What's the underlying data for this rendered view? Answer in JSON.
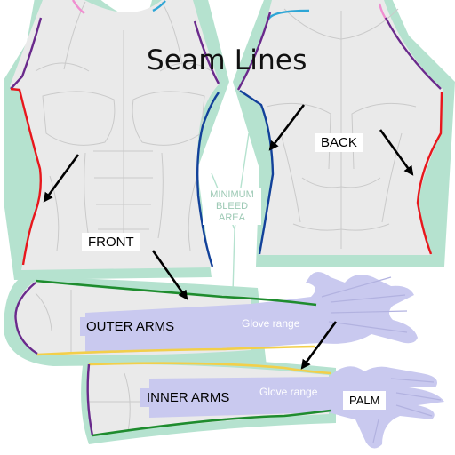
{
  "title": "Seam Lines",
  "labels": {
    "front": "FRONT",
    "back": "BACK",
    "outer_arms": "OUTER ARMS",
    "inner_arms": "INNER ARMS",
    "palm": "PALM",
    "glove_range_outer": "Glove range",
    "glove_range_inner": "Glove range",
    "bleed_line1": "MINIMUM",
    "bleed_line2": "BLEED",
    "bleed_line3": "AREA"
  },
  "colors": {
    "bleed": "#b5e2cf",
    "panel_fill": "#eaeaea",
    "panel_line": "#c8c8c8",
    "glove": "#c9c9ef",
    "seam_red": "#e8171c",
    "seam_purple": "#6a2a8c",
    "seam_navy": "#12419a",
    "seam_cyan": "#2ea6d6",
    "seam_pink": "#f08ed0",
    "seam_green": "#1e8c2e",
    "seam_yellow": "#f2cf4a",
    "arrow": "#000000"
  }
}
